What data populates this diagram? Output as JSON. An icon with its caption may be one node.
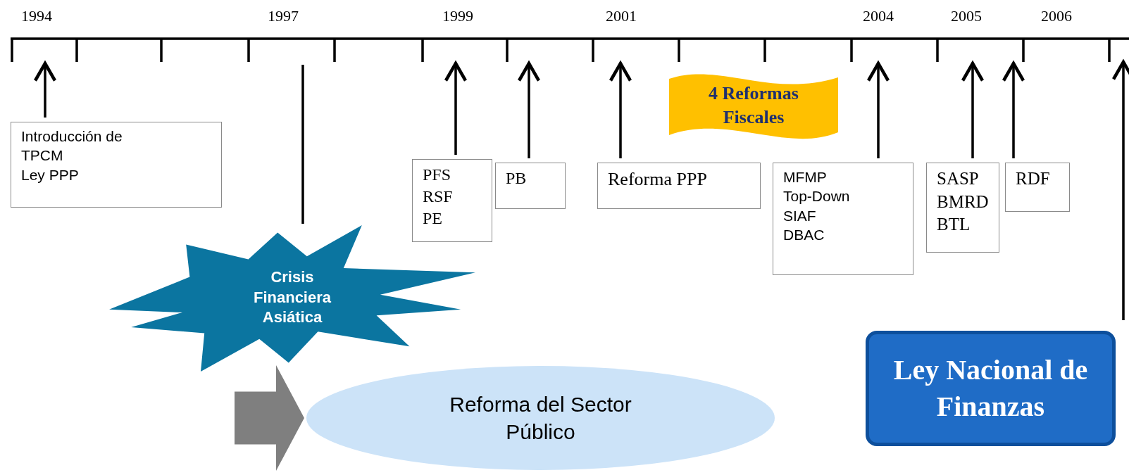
{
  "diagram": {
    "nodes": [
      {
        "text": [
          "Introducción de TPCM",
          "Ley PPP"
        ]
      },
      {
        "text": [
          "Crisis Financiera Asiática"
        ]
      },
      {
        "text": [
          "PFS",
          "RSF",
          "PE"
        ]
      },
      {
        "text": [
          "PB"
        ]
      },
      {
        "text": [
          "4 Reformas Fiscales"
        ]
      },
      {
        "text": [
          "Reforma PPP"
        ]
      },
      {
        "text": [
          "MFMP",
          "Top-Down",
          "SIAF",
          "DBAC"
        ]
      },
      {
        "text": [
          "SASP",
          "BMRD",
          "BTL"
        ]
      },
      {
        "text": [
          "RDF"
        ]
      },
      {
        "text": [
          "Ley Nacional de Finanzas"
        ]
      },
      {
        "text": [
          "Reforma del Sector Público"
        ]
      }
    ],
    "edges": [
      {
        "from": 0,
        "to": null,
        "arrow": "to"
      },
      {
        "from": 1,
        "to": null,
        "arrow": "none"
      },
      {
        "from": 2,
        "to": null,
        "arrow": "to"
      },
      {
        "from": 3,
        "to": null,
        "arrow": "to"
      },
      {
        "from": 5,
        "to": null,
        "arrow": "to"
      },
      {
        "from": 6,
        "to": null,
        "arrow": "to"
      },
      {
        "from": 7,
        "to": null,
        "arrow": "to"
      },
      {
        "from": 8,
        "to": null,
        "arrow": "to"
      },
      {
        "from": 9,
        "to": null,
        "arrow": "to"
      },
      {
        "from": null,
        "to": 10,
        "arrow": "to",
        "style": "thick",
        "color": "#7f7f7f"
      }
    ],
    "labels": [
      "1994",
      "1997",
      "1999",
      "2001",
      "2004",
      "2005",
      "2006"
    ]
  }
}
